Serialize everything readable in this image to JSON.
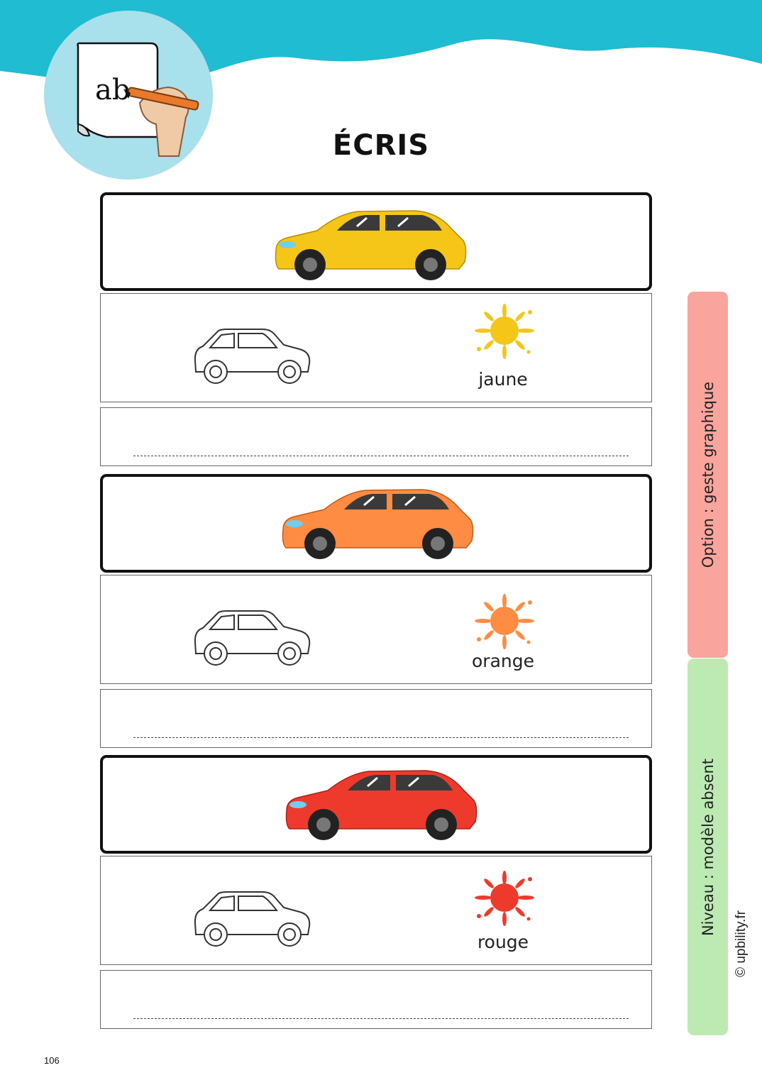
{
  "header": {
    "title": "ÉCRIS",
    "badge_text": "ab",
    "wave_color": "#1fbcd2",
    "badge_color": "#a8e0ec"
  },
  "sidebar": {
    "option_label": "Option : geste graphique",
    "option_color": "#f9a49c",
    "level_label": "Niveau : modèle absent",
    "level_color": "#bdeab3"
  },
  "footer": {
    "copyright": "© upbility.fr",
    "page_number": "106"
  },
  "exercises": [
    {
      "car_color": "#f5c518",
      "splash_color": "#f5c518",
      "word": "jaune"
    },
    {
      "car_color": "#ff8c42",
      "splash_color": "#ff8c42",
      "word": "orange"
    },
    {
      "car_color": "#ee3a2c",
      "splash_color": "#ee3a2c",
      "word": "rouge"
    }
  ]
}
